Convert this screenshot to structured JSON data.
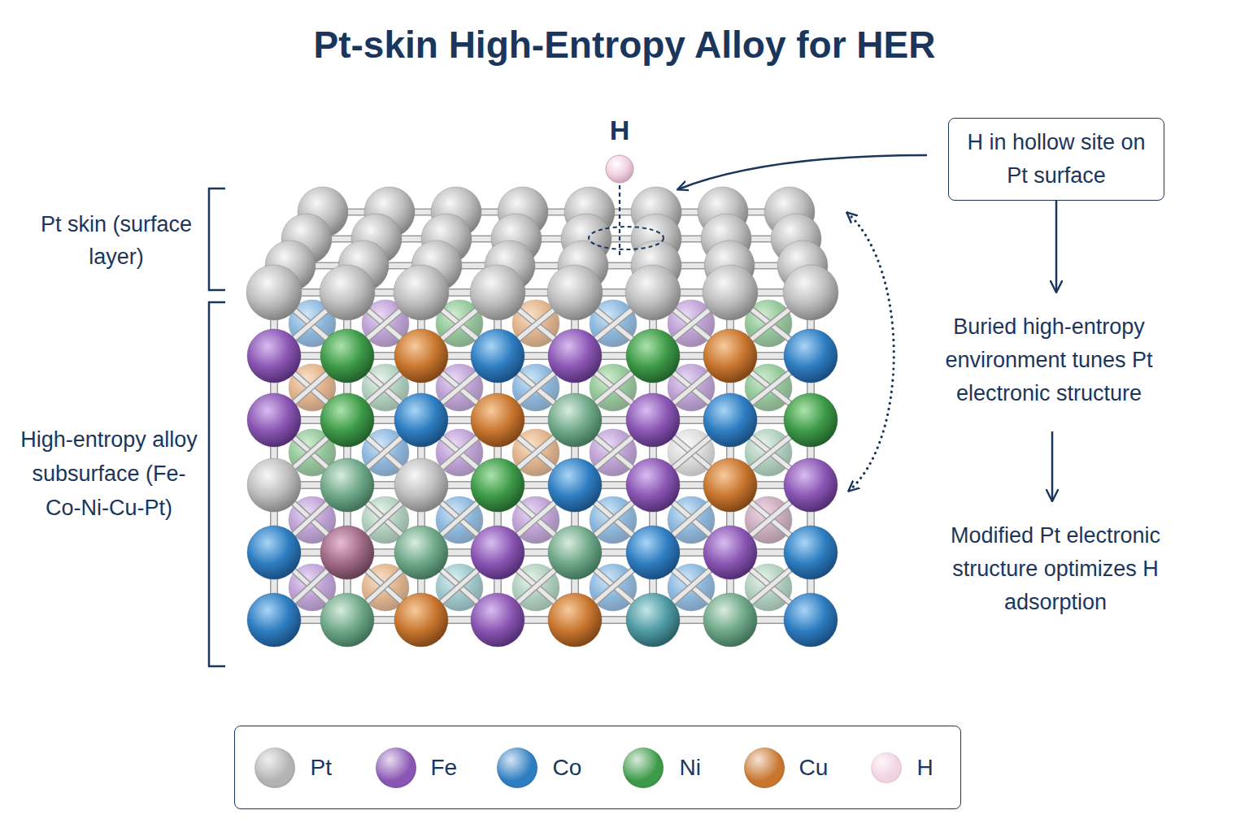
{
  "diagram": {
    "title": "Pt-skin High-Entropy Alloy for HER",
    "nodes": [
      {
        "text": [
          "H in hollow site on Pt surface"
        ]
      },
      {
        "text": [
          "Buried high-entropy environment tunes Pt electronic structure"
        ]
      },
      {
        "text": [
          "Modified Pt electronic structure optimizes H adsorption"
        ]
      }
    ],
    "edges": [
      {
        "from": 0,
        "to": 1,
        "arrow": "to"
      },
      {
        "from": 1,
        "to": 2,
        "arrow": "to"
      }
    ],
    "labels": [
      "Pt skin (surface layer)",
      "High-entropy alloy subsurface (Fe-Co-Ni-Cu-Pt)",
      "H"
    ],
    "legend": [
      {
        "text": "Pt",
        "color": "#b3b3b3"
      },
      {
        "text": "Fe",
        "color": "#8a56b3"
      },
      {
        "text": "Co",
        "color": "#2e7dc1"
      },
      {
        "text": "Ni",
        "color": "#3d9a48"
      },
      {
        "text": "Cu",
        "color": "#c8762f"
      },
      {
        "text": "H",
        "color": "#f2d3e1"
      }
    ]
  }
}
